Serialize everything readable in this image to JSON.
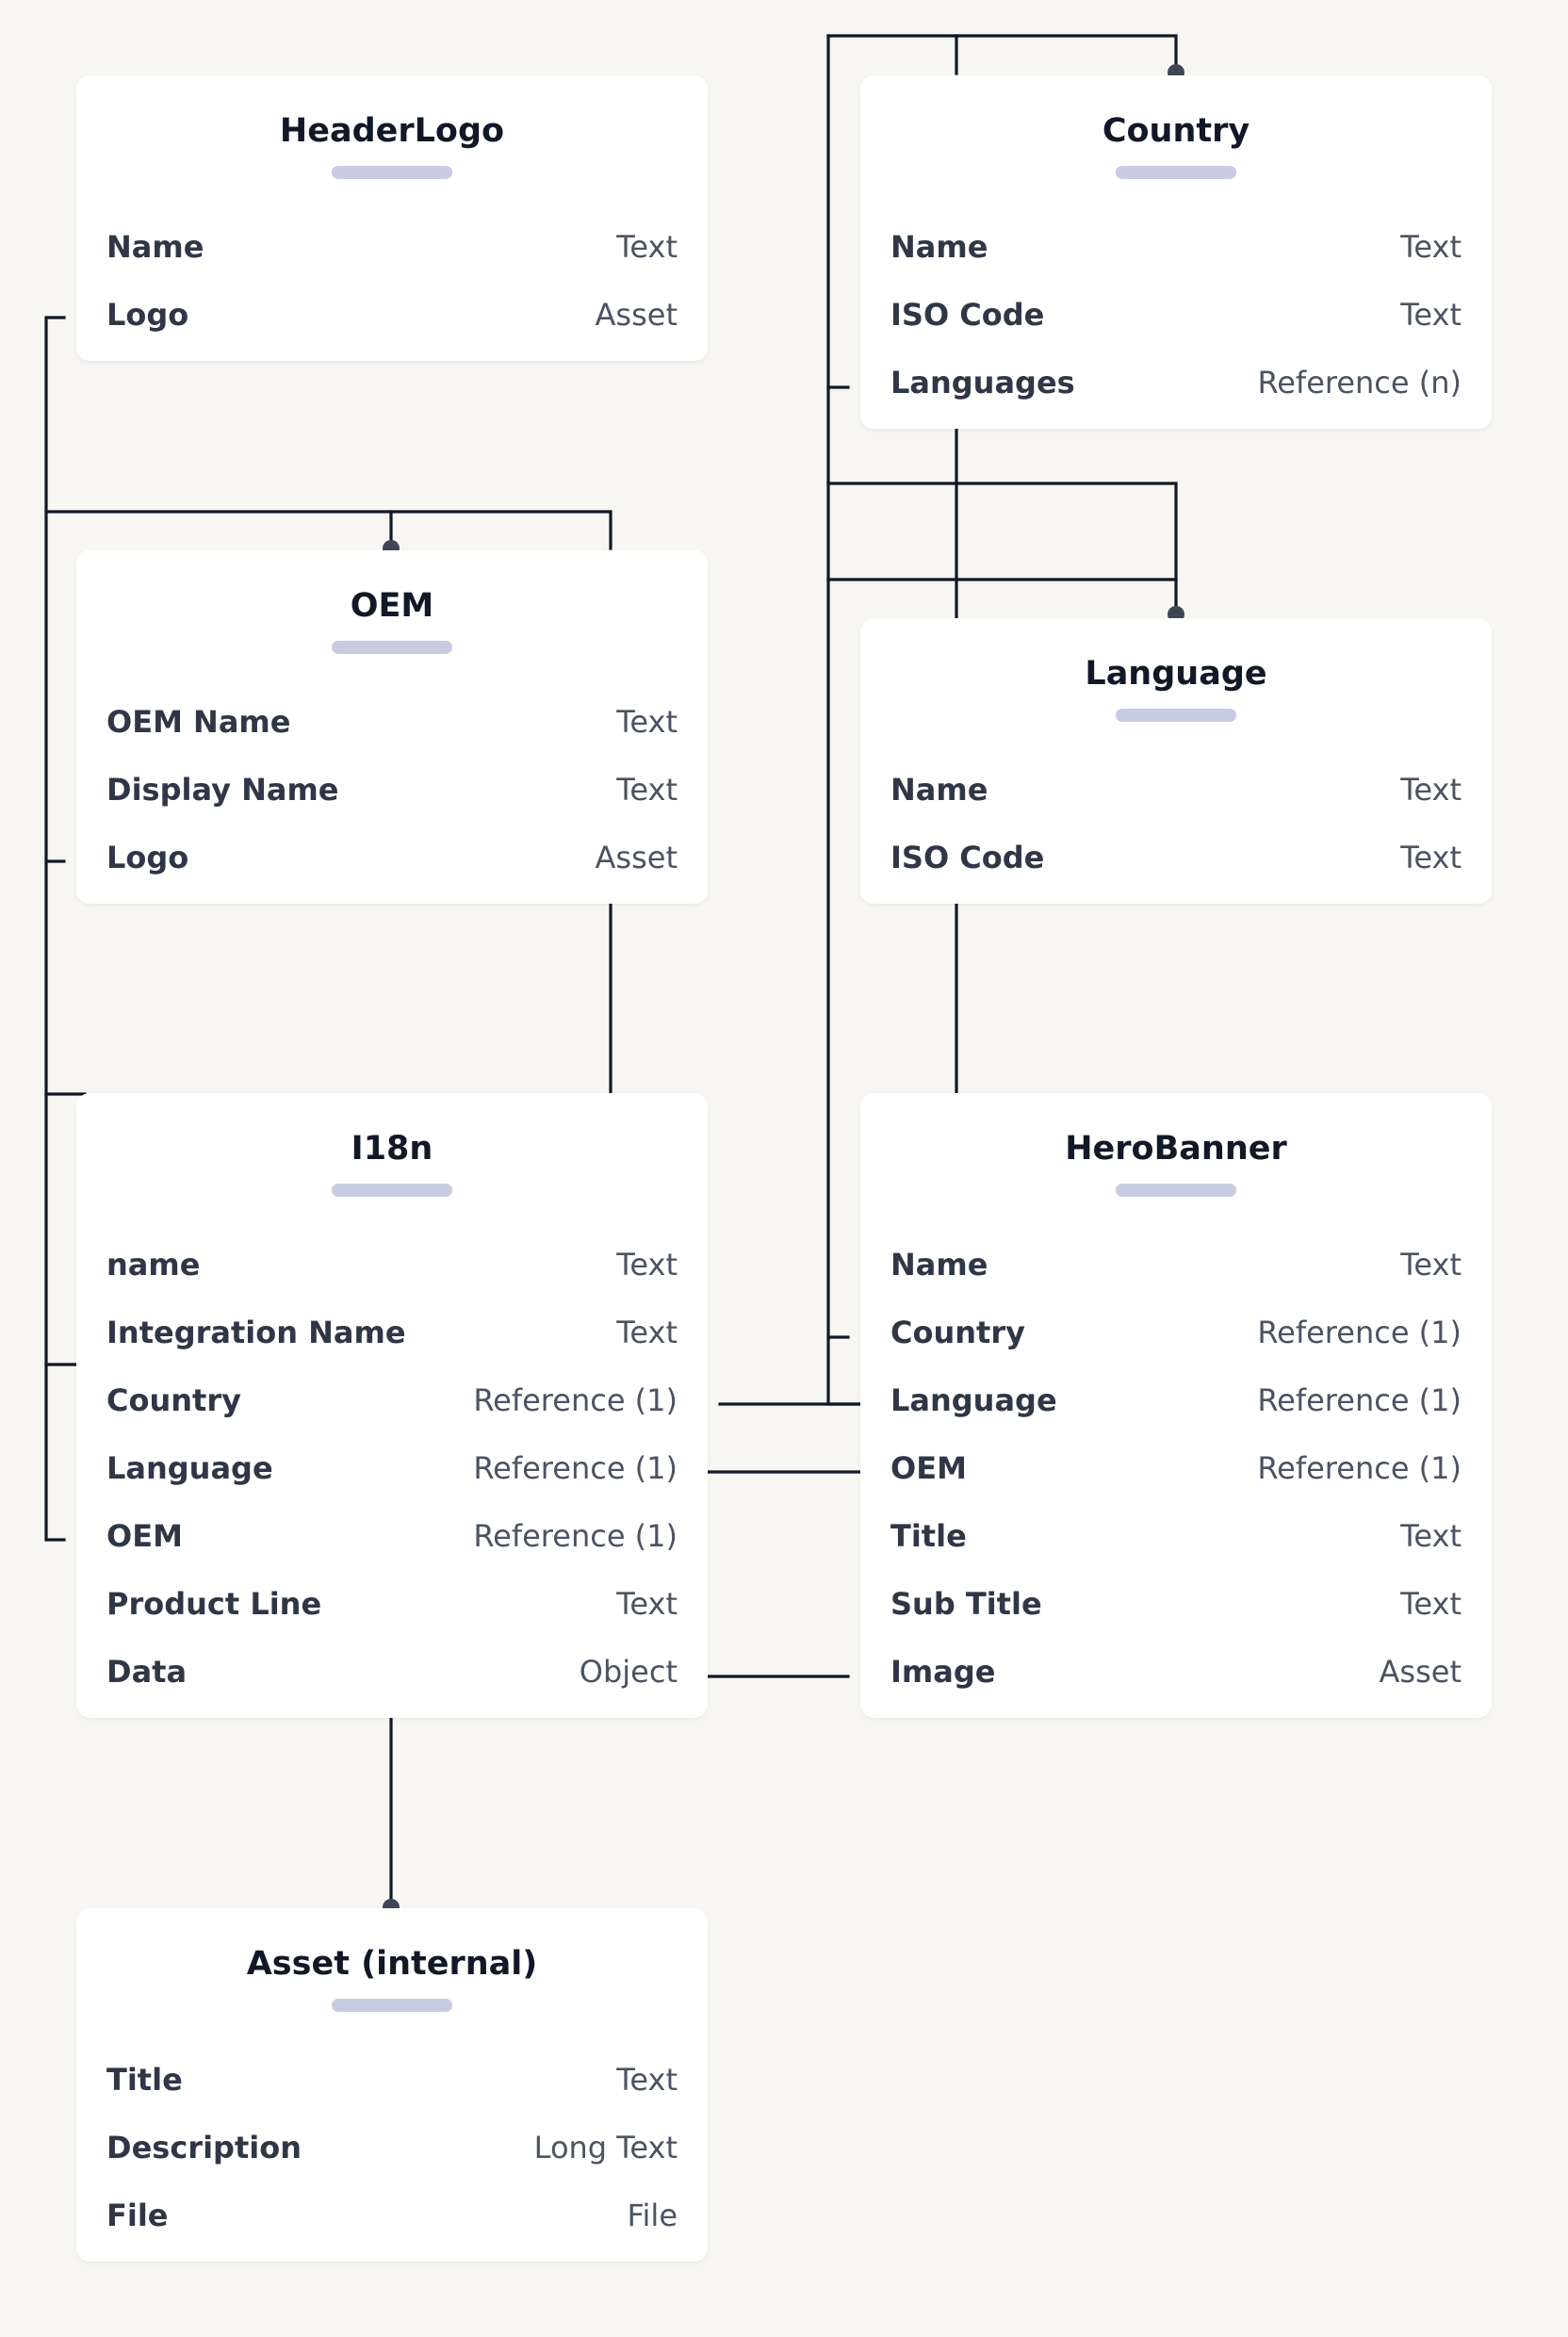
{
  "entities": {
    "header_logo": {
      "title": "HeaderLogo",
      "fields": [
        {
          "name": "Name",
          "type": "Text"
        },
        {
          "name": "Logo",
          "type": "Asset"
        }
      ]
    },
    "country": {
      "title": "Country",
      "fields": [
        {
          "name": "Name",
          "type": "Text"
        },
        {
          "name": "ISO Code",
          "type": "Text"
        },
        {
          "name": "Languages",
          "type": "Reference (n)"
        }
      ]
    },
    "oem": {
      "title": "OEM",
      "fields": [
        {
          "name": "OEM Name",
          "type": "Text"
        },
        {
          "name": "Display Name",
          "type": "Text"
        },
        {
          "name": "Logo",
          "type": "Asset"
        }
      ]
    },
    "language": {
      "title": "Language",
      "fields": [
        {
          "name": "Name",
          "type": "Text"
        },
        {
          "name": "ISO Code",
          "type": "Text"
        }
      ]
    },
    "i18n": {
      "title": "I18n",
      "fields": [
        {
          "name": "name",
          "type": "Text"
        },
        {
          "name": "Integration Name",
          "type": "Text"
        },
        {
          "name": "Country",
          "type": "Reference (1)"
        },
        {
          "name": "Language",
          "type": "Reference (1)"
        },
        {
          "name": "OEM",
          "type": "Reference (1)"
        },
        {
          "name": "Product Line",
          "type": "Text"
        },
        {
          "name": "Data",
          "type": "Object"
        }
      ]
    },
    "hero_banner": {
      "title": "HeroBanner",
      "fields": [
        {
          "name": "Name",
          "type": "Text"
        },
        {
          "name": "Country",
          "type": "Reference (1)"
        },
        {
          "name": "Language",
          "type": "Reference (1)"
        },
        {
          "name": "OEM",
          "type": "Reference (1)"
        },
        {
          "name": "Title",
          "type": "Text"
        },
        {
          "name": "Sub Title",
          "type": "Text"
        },
        {
          "name": "Image",
          "type": "Asset"
        }
      ]
    },
    "asset_internal": {
      "title": "Asset (internal)",
      "fields": [
        {
          "name": "Title",
          "type": "Text"
        },
        {
          "name": "Description",
          "type": "Long Text"
        },
        {
          "name": "File",
          "type": "File"
        }
      ]
    }
  },
  "colors": {
    "background": "#f7f6f3",
    "card": "#ffffff",
    "connector": "#111827",
    "title_bar": "#c7cce2"
  }
}
